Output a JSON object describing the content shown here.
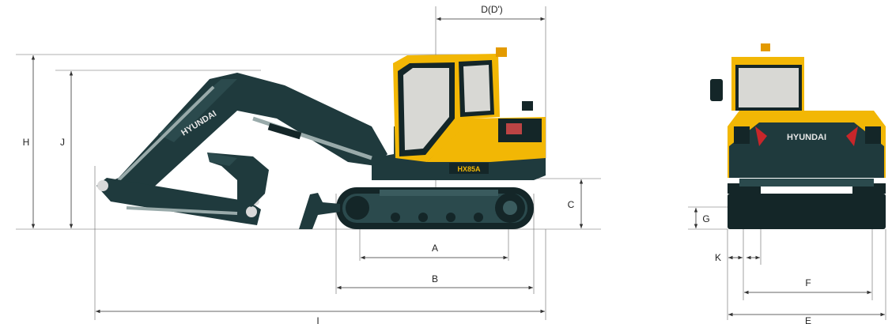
{
  "labels": {
    "A": "A",
    "B": "B",
    "C": "C",
    "D": "D(D')",
    "E": "E",
    "F": "F",
    "G": "G",
    "H": "H",
    "I": "I",
    "J": "J",
    "K": "K"
  },
  "brand": {
    "boom_text": "HYUNDAI",
    "model_text": "HX85A",
    "rear_text": "HYUNDAI"
  },
  "colors": {
    "body_yellow": "#f2b705",
    "body_dark": "#1f3a3d",
    "lines": "#333333"
  }
}
